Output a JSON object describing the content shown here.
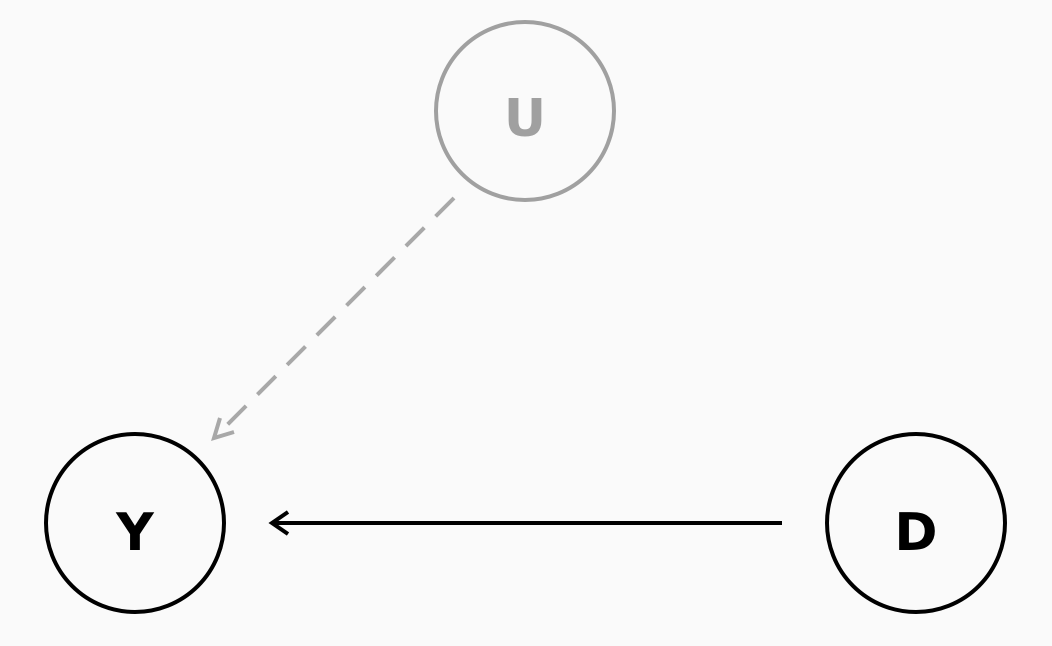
{
  "diagram": {
    "nodes": [
      {
        "id": "U",
        "label": "U",
        "color": "#a0a0a0"
      },
      {
        "id": "Y",
        "label": "Y",
        "color": "#000000"
      },
      {
        "id": "D",
        "label": "D",
        "color": "#000000"
      }
    ],
    "edges": [
      {
        "from": "U",
        "to": "Y",
        "style": "dashed",
        "color": "#a8a8a8"
      },
      {
        "from": "D",
        "to": "Y",
        "style": "solid",
        "color": "#000000"
      }
    ]
  }
}
